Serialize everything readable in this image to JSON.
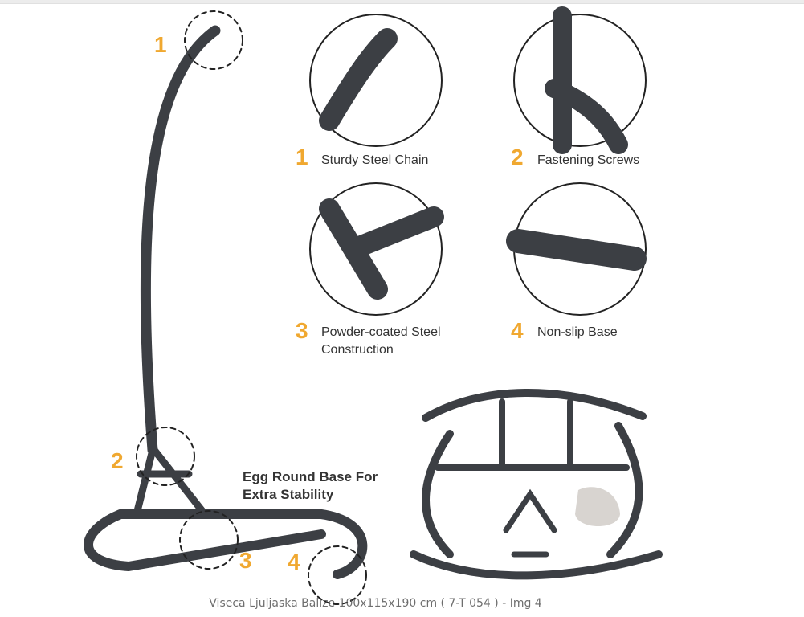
{
  "features": [
    {
      "num": "1",
      "label": "Sturdy Steel Chain"
    },
    {
      "num": "2",
      "label": "Fastening Screws"
    },
    {
      "num": "3",
      "label": "Powder-coated Steel",
      "label2": "Construction"
    },
    {
      "num": "4",
      "label": "Non-slip Base"
    }
  ],
  "stand_markers": [
    "1",
    "2",
    "3",
    "4"
  ],
  "base_text": {
    "line1": "Egg Round Base For",
    "line2": "Extra Stability"
  },
  "caption": "Viseca Ljuljaska Balize 100x115x190 cm ( 7-T 054 ) - Img 4",
  "colors": {
    "accent": "#f0a830",
    "metal": "#3c3f44"
  }
}
